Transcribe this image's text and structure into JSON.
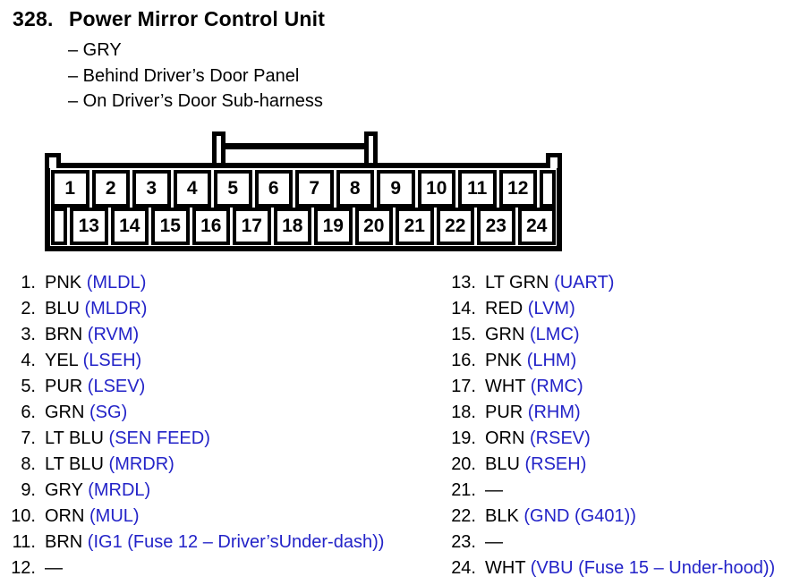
{
  "title": {
    "number": "328.",
    "name": "Power Mirror Control Unit"
  },
  "location_notes": [
    "– GRY",
    "– Behind Driver’s Door Panel",
    "– On Driver’s Door Sub-harness"
  ],
  "connector": {
    "description": "24-pin connector, two rows",
    "top_row": [
      "1",
      "2",
      "3",
      "4",
      "5",
      "6",
      "7",
      "8",
      "9",
      "10",
      "11",
      "12"
    ],
    "bottom_row": [
      "13",
      "14",
      "15",
      "16",
      "17",
      "18",
      "19",
      "20",
      "21",
      "22",
      "23",
      "24"
    ]
  },
  "pins_left": [
    {
      "num": "1.",
      "wire_color": "PNK",
      "signal": "(MLDL)"
    },
    {
      "num": "2.",
      "wire_color": "BLU",
      "signal": "(MLDR)"
    },
    {
      "num": "3.",
      "wire_color": "BRN",
      "signal": "(RVM)"
    },
    {
      "num": "4.",
      "wire_color": "YEL",
      "signal": "(LSEH)"
    },
    {
      "num": "5.",
      "wire_color": "PUR",
      "signal": "(LSEV)"
    },
    {
      "num": "6.",
      "wire_color": "GRN",
      "signal": "(SG)"
    },
    {
      "num": "7.",
      "wire_color": "LT BLU",
      "signal": "(SEN FEED)"
    },
    {
      "num": "8.",
      "wire_color": "LT BLU",
      "signal": "(MRDR)"
    },
    {
      "num": "9.",
      "wire_color": "GRY",
      "signal": "(MRDL)"
    },
    {
      "num": "10.",
      "wire_color": "ORN",
      "signal": "(MUL)"
    },
    {
      "num": "11.",
      "wire_color": "BRN",
      "signal": "(IG1 (Fuse 12 – Driver’sUnder-dash))"
    },
    {
      "num": "12.",
      "wire_color": "—",
      "signal": ""
    }
  ],
  "pins_right": [
    {
      "num": "13.",
      "wire_color": "LT GRN",
      "signal": "(UART)"
    },
    {
      "num": "14.",
      "wire_color": "RED",
      "signal": "(LVM)"
    },
    {
      "num": "15.",
      "wire_color": "GRN",
      "signal": "(LMC)"
    },
    {
      "num": "16.",
      "wire_color": "PNK",
      "signal": "(LHM)"
    },
    {
      "num": "17.",
      "wire_color": "WHT",
      "signal": "(RMC)"
    },
    {
      "num": "18.",
      "wire_color": "PUR",
      "signal": "(RHM)"
    },
    {
      "num": "19.",
      "wire_color": "ORN",
      "signal": "(RSEV)"
    },
    {
      "num": "20.",
      "wire_color": "BLU",
      "signal": "(RSEH)"
    },
    {
      "num": "21.",
      "wire_color": "—",
      "signal": ""
    },
    {
      "num": "22.",
      "wire_color": "BLK",
      "signal": "(GND (G401))"
    },
    {
      "num": "23.",
      "wire_color": "—",
      "signal": ""
    },
    {
      "num": "24.",
      "wire_color": "WHT",
      "signal": "(VBU (Fuse 15 – Under-hood))"
    }
  ],
  "colors": {
    "ink": "#000000",
    "signal_blue": "#2323c8",
    "background": "#ffffff"
  }
}
